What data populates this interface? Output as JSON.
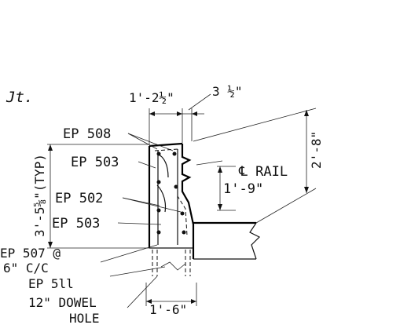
{
  "labels": {
    "jt": "Jt.",
    "top_width": "1'-2½\"",
    "top_offset": "3 ½\"",
    "total_height": "2'-8\"",
    "ep508": "EP 508",
    "ep503_upper": "EP 503",
    "ep502": "EP 502",
    "ep503_lower": "EP 503",
    "ep507_line1": "EP 507 @",
    "ep507_line2": "6\" C/C",
    "ep511": "EP 5ll",
    "dowel_line1": "12\" DOWEL",
    "dowel_line2": "HOLE",
    "wall_height": "3'-5⅝\"(TYP)",
    "rail": "℄ RAIL",
    "rail_height": "1'-9\"",
    "base_width": "1'-6\""
  }
}
